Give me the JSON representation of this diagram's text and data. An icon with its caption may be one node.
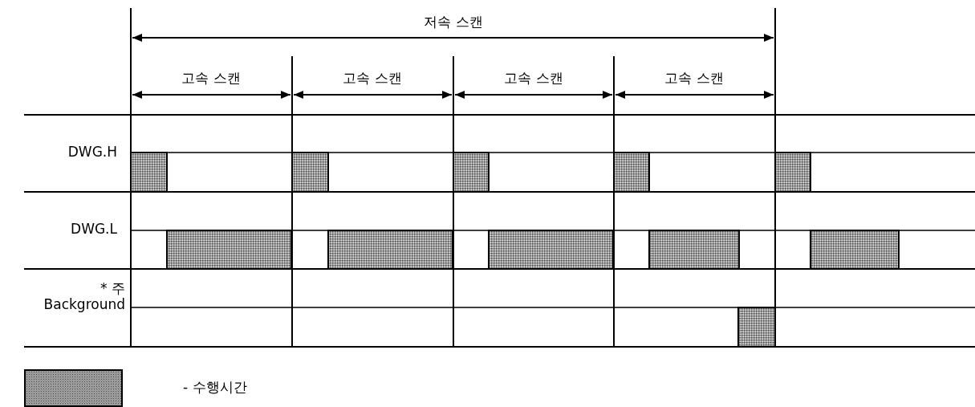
{
  "diagram": {
    "labels": [
      "저속 스캔",
      "고속 스캔",
      "고속 스캔",
      "고속 스캔",
      "고속 스캔",
      "DWG.H",
      "DWG.L",
      "* 주 Background"
    ],
    "legend": [
      {
        "text": "- 수행시간",
        "color": "#9a9a9a"
      }
    ]
  }
}
